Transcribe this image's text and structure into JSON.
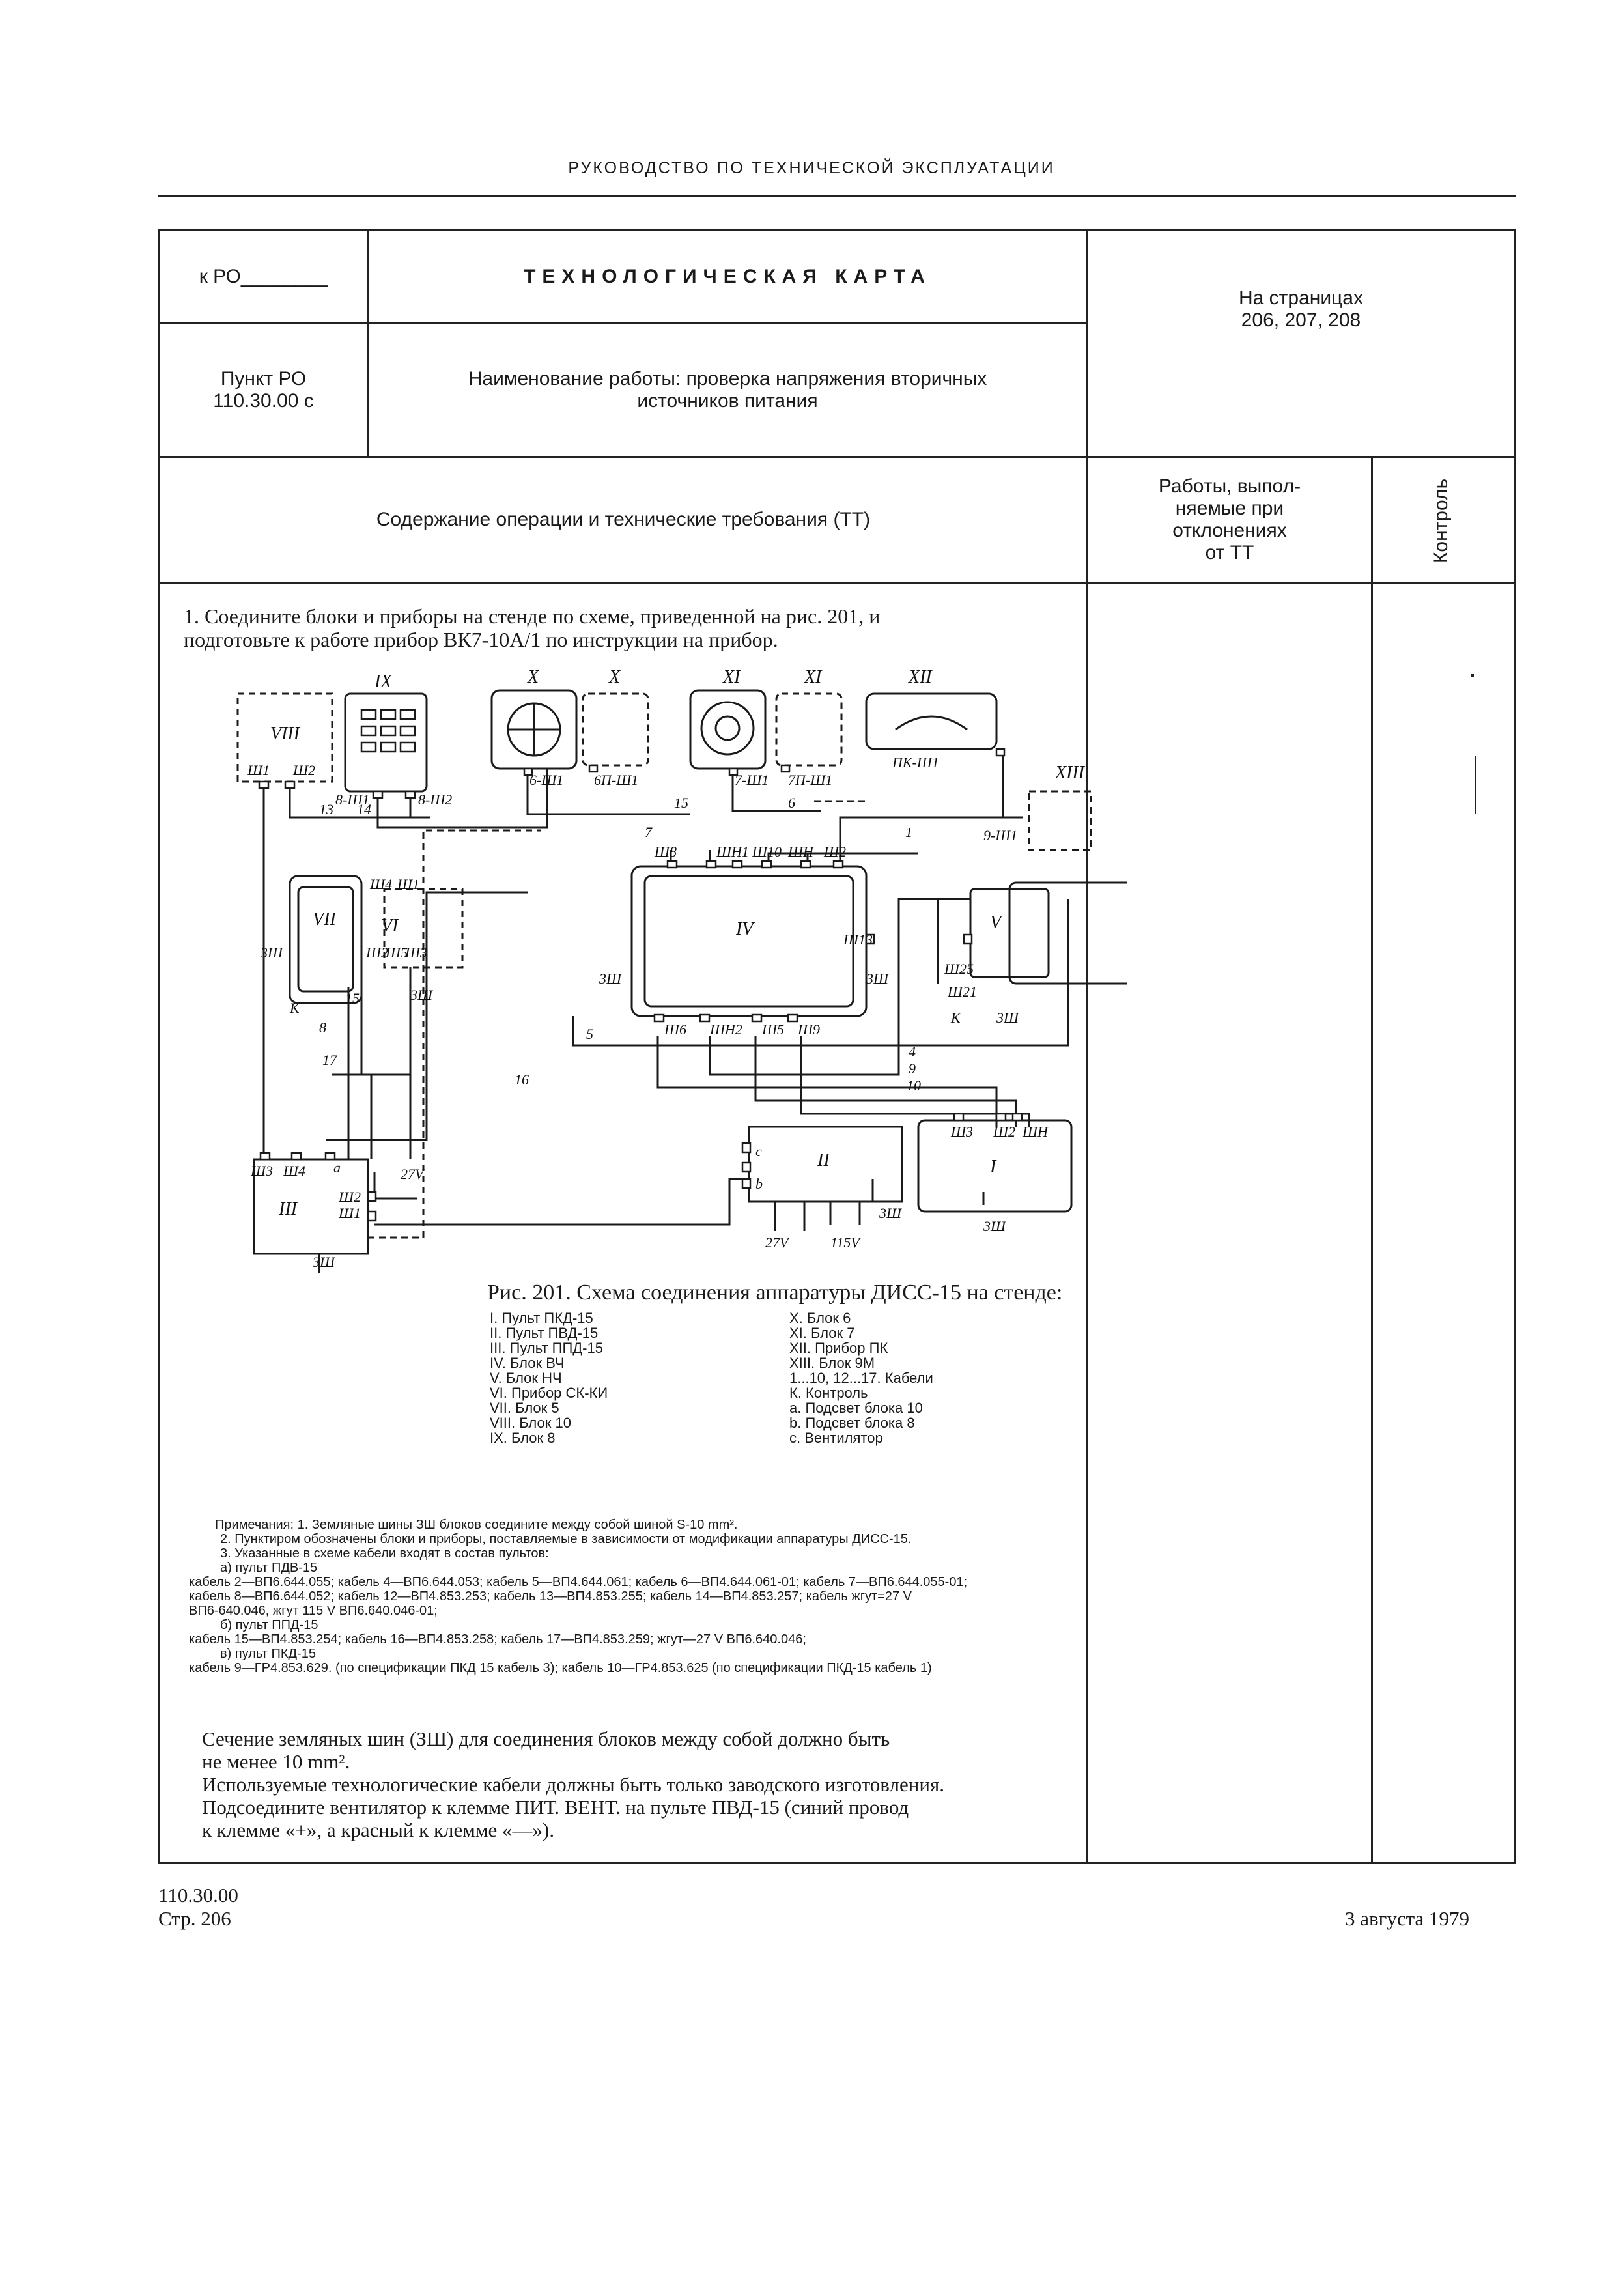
{
  "header": "РУКОВОДСТВО ПО ТЕХНИЧЕСКОЙ ЭКСПЛУАТАЦИИ",
  "card": {
    "ref_ro": "к РО________",
    "title": "ТЕХНОЛОГИЧЕСКАЯ КАРТА",
    "pages_label": "На страницах",
    "pages_value": "206, 207, 208",
    "point_label": "Пункт РО",
    "point_value": "110.30.00 с",
    "work_name_1": "Наименование работы: проверка напряжения вторичных",
    "work_name_2": "источников питания",
    "col_content": "Содержание операции и технические требования (ТТ)",
    "col_dev_1": "Работы, выпол-",
    "col_dev_2": "няемые при",
    "col_dev_3": "отклонениях",
    "col_dev_4": "от ТТ",
    "col_control": "Контроль"
  },
  "step1": {
    "line1": "1.  Соедините  блоки  и  приборы  на  стенде  по  схеме,  приведенной  на  рис.  201,  и",
    "line2": "подготовьте к работе прибор ВК7-10А/1 по инструкции на прибор."
  },
  "figure": {
    "caption": "Рис. 201. Схема соединения аппаратуры ДИСС-15 на стенде:",
    "legend_left": [
      "I. Пульт ПКД-15",
      "II. Пульт ПВД-15",
      "III. Пульт ППД-15",
      "IV. Блок ВЧ",
      "V. Блок НЧ",
      "VI. Прибор СК-КИ",
      "VII. Блок 5",
      "VIII. Блок 10",
      "IX. Блок 8"
    ],
    "legend_right": [
      "X. Блок 6",
      "XI. Блок 7",
      "XII. Прибор ПК",
      "XIII. Блок 9М",
      "1...10, 12...17. Кабели",
      "К. Контроль",
      "а. Подсвет блока 10",
      "b. Подсвет блока 8",
      "с. Вентилятор"
    ],
    "labels": {
      "r1": "I",
      "r2": "II",
      "r3": "III",
      "r4": "IV",
      "r5": "V",
      "r6": "VI",
      "r7": "VII",
      "r8": "VIII",
      "r9": "IX",
      "r10": "X",
      "r11": "XI",
      "r12": "XII",
      "r13": "XIII",
      "sh1": "Ш1",
      "sh2": "Ш2",
      "sh3": "Ш3",
      "sh4": "Ш4",
      "sh5": "Ш5",
      "sh6": "Ш6",
      "sh8": "Ш8",
      "sh9": "Ш9",
      "sh10": "Ш10",
      "sh13": "Ш13",
      "sh21": "Ш21",
      "sh25": "Ш25",
      "shn": "ШН",
      "shn1": "ШН1",
      "shn2": "ШН2",
      "shn3": "Ш3",
      "p8sh1": "8-Ш1",
      "p8sh2": "8-Ш2",
      "p6sh1": "6-Ш1",
      "p6psh1": "6П-Ш1",
      "p7sh1": "7-Ш1",
      "p7psh1": "7П-Ш1",
      "pksh1": "ПК-Ш1",
      "p9sh1": "9-Ш1",
      "gnd": "3Ш",
      "v27": "27V",
      "v115": "115V",
      "k": "К",
      "a": "а",
      "b": "b",
      "c": "с",
      "c1": "1",
      "c4": "4",
      "c5": "5",
      "c6": "6",
      "c7": "7",
      "c8": "8",
      "c9": "9",
      "c10": "10",
      "c13": "13",
      "c14": "14",
      "c15": "15",
      "c16": "16",
      "c17": "17"
    }
  },
  "notes": {
    "n1": "Примечания: 1. Земляные шины ЗШ блоков соедините между собой шиной S-10 mm².",
    "n2": "2. Пунктиром обозначены блоки и приборы, поставляемые в зависимости от модификации аппаратуры ДИСС-15.",
    "n3": "3. Указанные в схеме кабели входят в состав пультов:",
    "n4": "а) пульт ПДВ-15",
    "n5": "кабель 2—ВП6.644.055;  кабель 4—ВП6.644.053;  кабель 5—ВП4.644.061;  кабель 6—ВП4.644.061-01;  кабель 7—ВП6.644.055-01;",
    "n6": "кабель 8—ВП6.644.052;  кабель 12—ВП4.853.253;  кабель 13—ВП4.853.255;  кабель 14—ВП4.853.257;  кабель жгут=27 V",
    "n7": "ВП6-640.046, жгут 115 V ВП6.640.046-01;",
    "n8": "б) пульт ППД-15",
    "n9": "кабель 15—ВП4.853.254; кабель 16—ВП4.853.258; кабель 17—ВП4.853.259; жгут—27 V ВП6.640.046;",
    "n10": "в) пульт ПКД-15",
    "n11": "кабель 9—ГР4.853.629. (по спецификации ПКД 15 кабель 3); кабель 10—ГР4.853.625 (по спецификации ПКД-15 кабель 1)"
  },
  "bottom": {
    "b1": "Сечение земляных шин (ЗШ)     для  соединения  блоков  между  собой  должно  быть",
    "b2": "не менее 10 mm².",
    "b3": "Используемые  технологические  кабели  должны  быть  только  заводского  изготовления.",
    "b4": "Подсоедините  вентилятор  к  клемме  ПИТ.  ВЕНТ.  на  пульте  ПВД-15  (синий  провод",
    "b5": "к клемме «+», а красный к клемме «—»)."
  },
  "footer": {
    "code": "110.30.00",
    "page": "Стр. 206",
    "date": "3 августа 1979"
  }
}
